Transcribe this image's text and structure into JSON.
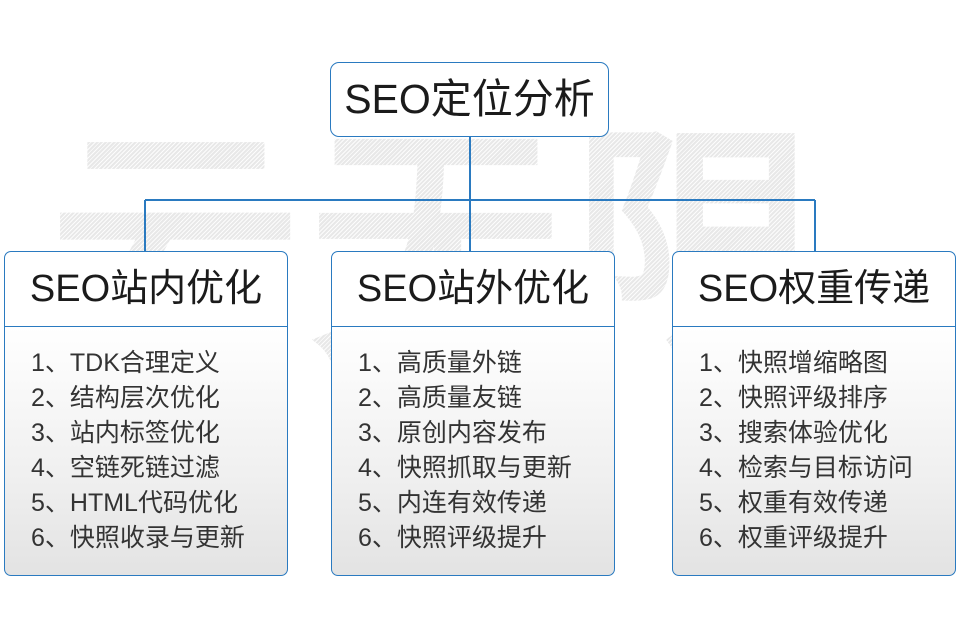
{
  "watermark": {
    "text": "云无限",
    "color": "#e8e8e8"
  },
  "theme": {
    "border_color": "#2a7ac0",
    "connector_color": "#2a7ac0",
    "text_color": "#1b1b1b",
    "item_text_color": "#333333",
    "background": "#ffffff"
  },
  "root": {
    "title": "SEO定位分析"
  },
  "columns": [
    {
      "title": "SEO站内优化",
      "items": [
        "1、TDK合理定义",
        "2、结构层次优化",
        "3、站内标签优化",
        "4、空链死链过滤",
        "5、HTML代码优化",
        "6、快照收录与更新"
      ]
    },
    {
      "title": "SEO站外优化",
      "items": [
        "1、高质量外链",
        "2、高质量友链",
        "3、原创内容发布",
        "4、快照抓取与更新",
        "5、内连有效传递",
        "6、快照评级提升"
      ]
    },
    {
      "title": "SEO权重传递",
      "items": [
        "1、快照增缩略图",
        "2、快照评级排序",
        "3、搜索体验优化",
        "4、检索与目标访问",
        "5、权重有效传递",
        "6、权重评级提升"
      ]
    }
  ]
}
